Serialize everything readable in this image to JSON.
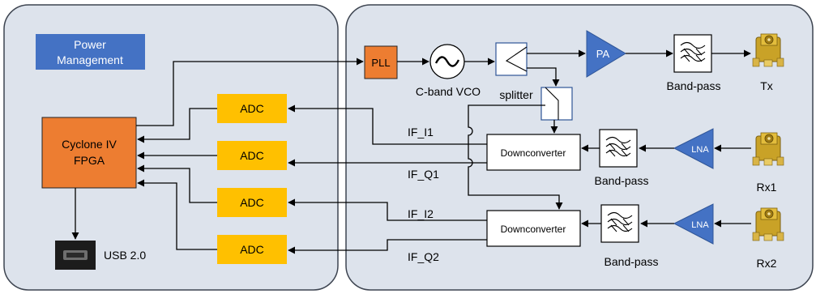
{
  "labels": {
    "power": "Power",
    "management": "Management",
    "fpga_line1": "Cyclone IV",
    "fpga_line2": "FPGA",
    "adc": "ADC",
    "usb": "USB 2.0",
    "pll": "PLL",
    "vco": "C-band VCO",
    "splitter": "splitter",
    "pa": "PA",
    "bandpass": "Band-pass",
    "tx": "Tx",
    "downconverter": "Downconverter",
    "lna": "LNA",
    "rx1": "Rx1",
    "rx2": "Rx2",
    "if_i1": "IF_I1",
    "if_q1": "IF_Q1",
    "if_i2": "IF_I2",
    "if_q2": "IF_Q2"
  },
  "colors": {
    "panel_fill": "#dde3ec",
    "panel_stroke": "#3d4450",
    "power_blue": "#4472c4",
    "fpga_orange": "#ed7d31",
    "adc_yellow": "#ffc000",
    "amp_blue": "#4472c4",
    "connector_gold": "#d4a017"
  },
  "icons": [
    "sine-wave-icon",
    "bandpass-filter-icon",
    "sma-connector-icon",
    "usb-port-icon"
  ]
}
